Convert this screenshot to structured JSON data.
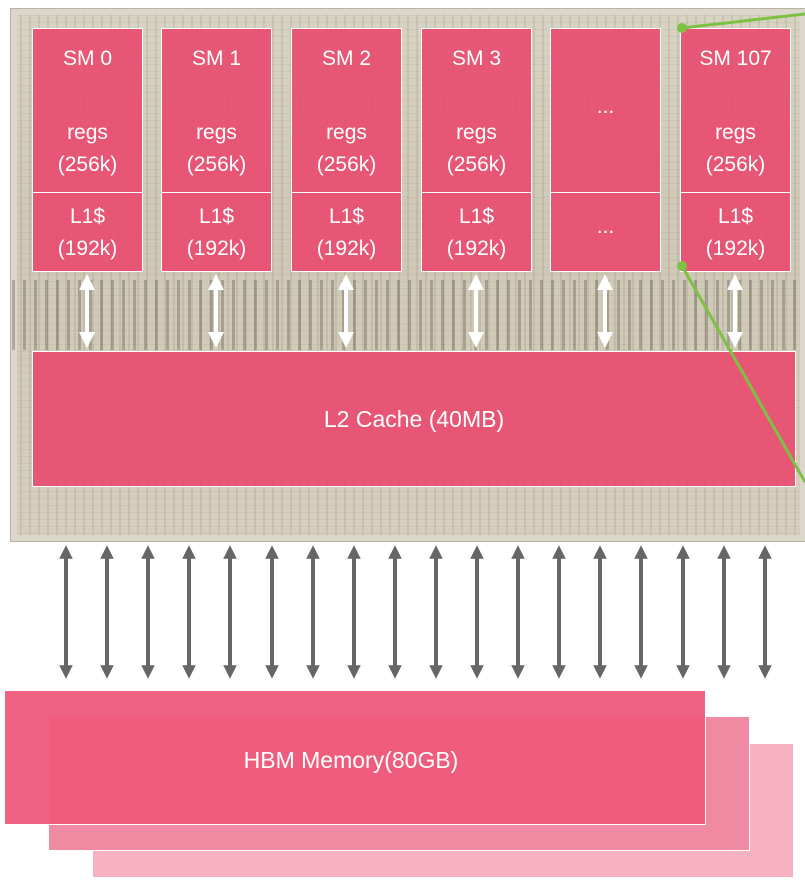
{
  "sms": [
    {
      "title": "SM 0",
      "regs": [
        "regs",
        "(256k)"
      ],
      "l1": [
        "L1$",
        "(192k)"
      ]
    },
    {
      "title": "SM 1",
      "regs": [
        "regs",
        "(256k)"
      ],
      "l1": [
        "L1$",
        "(192k)"
      ]
    },
    {
      "title": "SM 2",
      "regs": [
        "regs",
        "(256k)"
      ],
      "l1": [
        "L1$",
        "(192k)"
      ]
    },
    {
      "title": "SM 3",
      "regs": [
        "regs",
        "(256k)"
      ],
      "l1": [
        "L1$",
        "(192k)"
      ]
    },
    {
      "ellipsis_top": "...",
      "ellipsis_bottom": "..."
    },
    {
      "title": "SM 107",
      "regs": [
        "regs",
        "(256k)"
      ],
      "l1": [
        "L1$",
        "(192k)"
      ]
    }
  ],
  "l2": {
    "label": "L2 Cache (40MB)"
  },
  "hbm": {
    "label": "HBM Memory(80GB)"
  },
  "colors": {
    "block": "#e84e70",
    "hbm_front": "#ee5a7a",
    "hbm_mid": "#f08aa2",
    "hbm_back": "#f6b2c1",
    "arrow": "#666666",
    "connector": "#7cc242"
  }
}
